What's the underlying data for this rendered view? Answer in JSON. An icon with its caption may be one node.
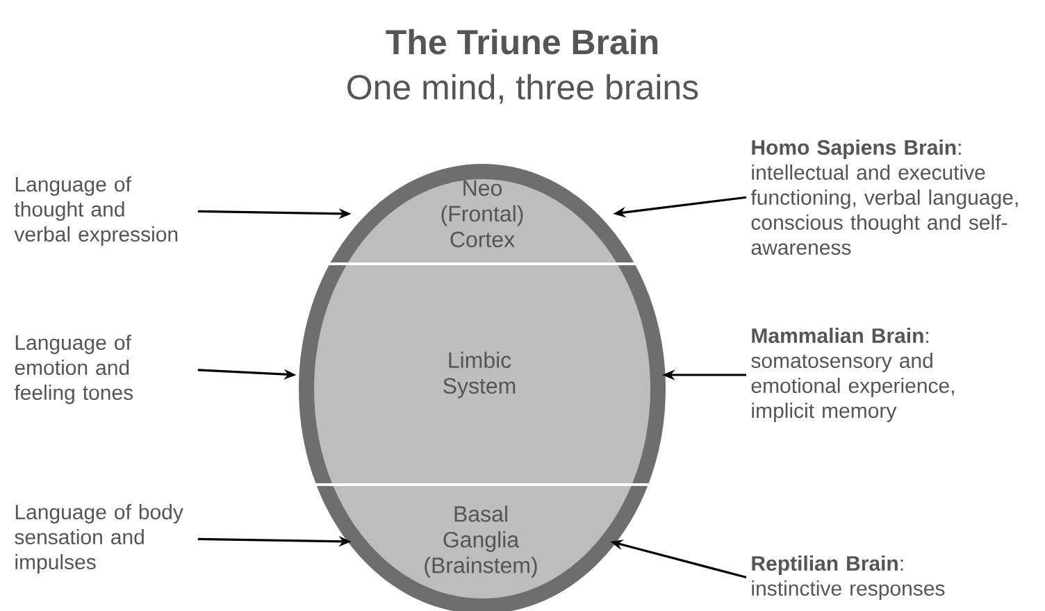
{
  "diagram": {
    "title": "The Triune Brain",
    "labels": [
      "One mind, three brains"
    ],
    "nodes": [
      {
        "text": [
          "Neo (Frontal) Cortex"
        ]
      },
      {
        "text": [
          "Limbic System"
        ]
      },
      {
        "text": [
          "Basal Ganglia (Brainstem)"
        ]
      },
      {
        "text": [
          "Language of thought and verbal expression"
        ]
      },
      {
        "text": [
          "Language of emotion and feeling tones"
        ]
      },
      {
        "text": [
          "Language of body sensation and impulses"
        ]
      },
      {
        "text": [
          "**Homo Sapiens Brain**:",
          "intellectual and executive functioning, verbal language, conscious thought and self-awareness"
        ]
      },
      {
        "text": [
          "**Mammalian Brain**:",
          "somatosensory and emotional experience, implicit memory"
        ]
      },
      {
        "text": [
          "**Reptilian Brain**:",
          "instinctive responses"
        ]
      }
    ],
    "edges": [
      {
        "from": 3,
        "to": 0,
        "arrow": "to"
      },
      {
        "from": 4,
        "to": 1,
        "arrow": "to"
      },
      {
        "from": 5,
        "to": 2,
        "arrow": "to"
      },
      {
        "from": 6,
        "to": 0,
        "arrow": "to"
      },
      {
        "from": 7,
        "to": 1,
        "arrow": "to"
      },
      {
        "from": 8,
        "to": 2,
        "arrow": "to"
      }
    ]
  }
}
